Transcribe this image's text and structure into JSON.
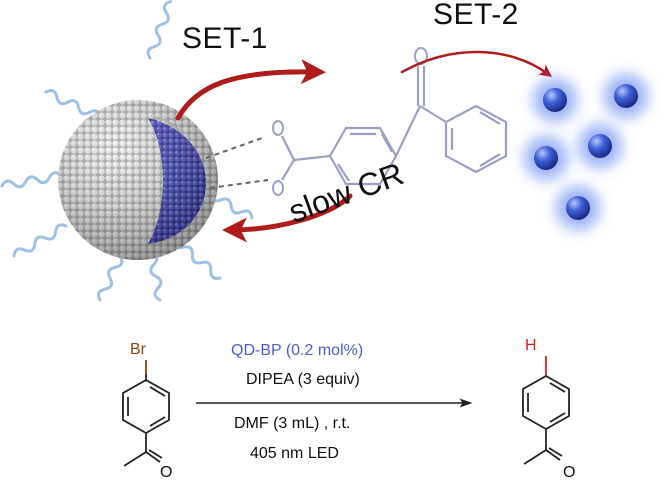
{
  "labels": {
    "set1": "SET-1",
    "set2": "SET-2",
    "slow_cr": "slow CR"
  },
  "conditions": {
    "catalyst": "QD-BP (0.2 mol%)",
    "base": "DIPEA (3 equiv)",
    "solvent": "DMF (3 mL) , r.t.",
    "light": "405 nm LED"
  },
  "atoms": {
    "bromine": "Br",
    "hydrogen": "H",
    "oxygen_reactant": "O",
    "oxygen_product": "O"
  },
  "colors": {
    "catalyst_text": "#4a5fc4",
    "arrow_red": "#b01c1c",
    "ligand_blue": "#9cc0e6",
    "core_blue": "#3d3fae",
    "shell_gray": "#bdbdbd",
    "molecule_gray": "#9c9fc4",
    "bromine_brown": "#8b4513",
    "hydrogen_red": "#e02020"
  },
  "icons": [
    "quantum-dot-icon",
    "ligand-wave-icon",
    "electron-sphere-icon",
    "reaction-arrow-icon"
  ]
}
